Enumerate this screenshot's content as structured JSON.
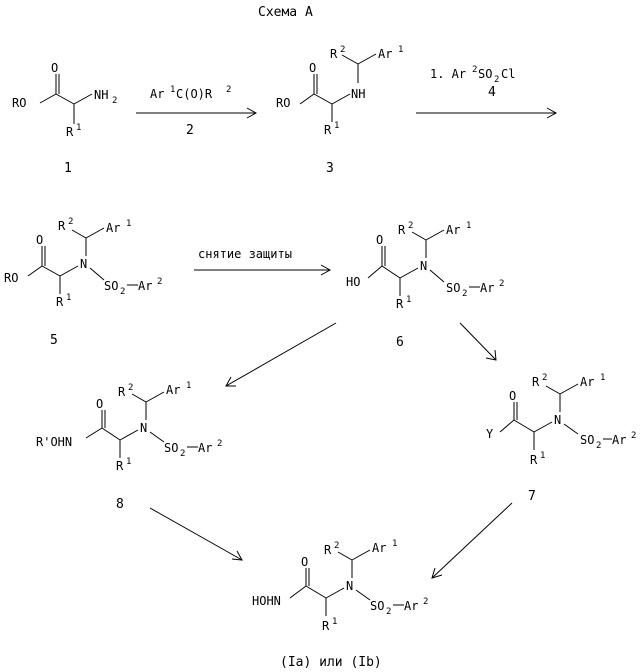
{
  "title": "Схема А",
  "compounds": [
    {
      "id": "c1",
      "number": "1"
    },
    {
      "id": "c3",
      "number": "3"
    },
    {
      "id": "c5",
      "number": "5"
    },
    {
      "id": "c6",
      "number": "6"
    },
    {
      "id": "c7",
      "number": "7"
    },
    {
      "id": "c8",
      "number": "8"
    }
  ],
  "atoms": {
    "RO": "RO",
    "NH2": "NH",
    "NH2_sub": "2",
    "NH": "NH",
    "N": "N",
    "HO": "HO",
    "R_OHN": "R'OHN",
    "HOHN": "HOHN",
    "Y": "Y",
    "O": "O",
    "R": "R",
    "R1_sup": "1",
    "R2_sup": "2",
    "Ar": "Ar",
    "Ar1_sup": "1",
    "Ar2_sup": "2",
    "SO": "SO",
    "SO2_sub": "2"
  },
  "reagents": {
    "step2_reagent_a": "Ar",
    "step2_reagent_sup1": "1",
    "step2_reagent_b": "C(O)R",
    "step2_reagent_sup2": "2",
    "step2_number": "2",
    "step4_prefix": "1. Ar",
    "step4_sup": "2",
    "step4_mid": "SO",
    "step4_sub": "2",
    "step4_suffix": "Cl",
    "step4_number": "4",
    "deprotection": "снятие защиты"
  },
  "final_caption": "(Ia) или (Ib)"
}
